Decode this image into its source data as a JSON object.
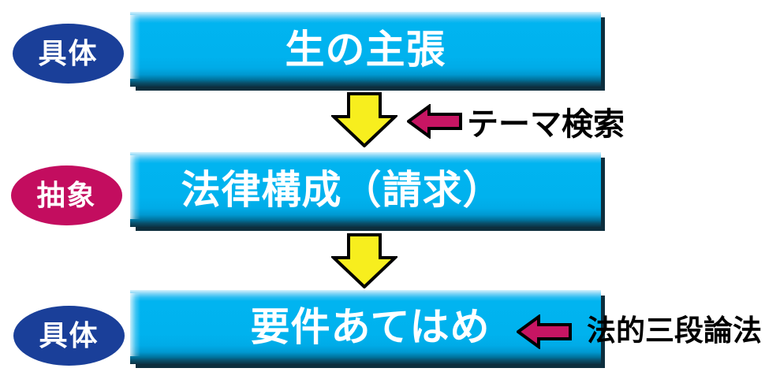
{
  "diagram_title": "legal-reasoning-flow",
  "rows": [
    {
      "tag": {
        "label": "具体",
        "color": "#1a3f99"
      },
      "box": {
        "label": "生の主張"
      }
    },
    {
      "tag": {
        "label": "抽象",
        "color": "#c30d5f"
      },
      "box": {
        "label": "法律構成（請求）"
      }
    },
    {
      "tag": {
        "label": "具体",
        "color": "#1a3f99"
      },
      "box": {
        "label": "要件あてはめ"
      }
    }
  ],
  "annotations": [
    {
      "label": "テーマ検索"
    },
    {
      "label": "法的三段論法"
    }
  ],
  "colors": {
    "bar_fill": "#00b2ee",
    "bar_bevel_dark": "#0b3345",
    "oval_blue": "#1a3f99",
    "oval_magenta": "#c30d5f",
    "down_arrow_fill": "#f7ee1e",
    "left_arrow_fill": "#c71563",
    "outline": "#000000",
    "box_text": "#ffffff",
    "note_text": "#000000"
  }
}
